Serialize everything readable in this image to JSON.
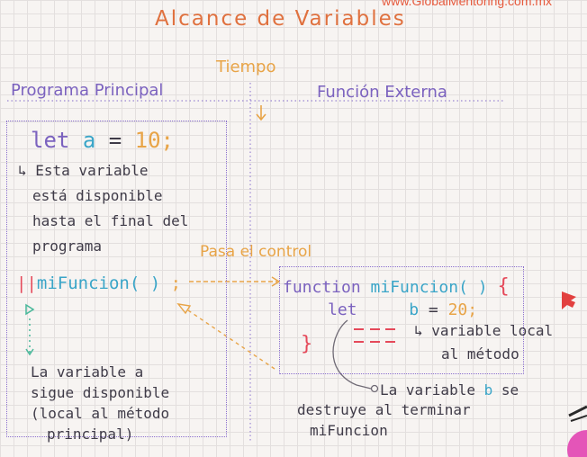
{
  "watermark": "www.GlobalMentoring.com.mx",
  "title": "Alcance de Variables",
  "tiempo": "Tiempo",
  "programa_principal": "Programa Principal",
  "funcion_externa": "Función Externa",
  "main_block": {
    "let_kw": "let",
    "var_a": "a",
    "equals": "=",
    "value": "10",
    "semicolon": ";",
    "note_lines": [
      "↳ Esta variable",
      "está disponible",
      "hasta el final del",
      "programa"
    ]
  },
  "pasa_control": "Pasa el control",
  "call": {
    "marks": "||",
    "name": "miFuncion",
    "parens": "( )",
    "semicolon": ";"
  },
  "function_block": {
    "keyword": "function",
    "name": "miFuncion",
    "parens": "( )",
    "open_brace": "{",
    "let_kw": "let",
    "var_b": "b",
    "equals": "=",
    "value": "20",
    "semicolon": ";",
    "close_brace": "}",
    "local_note_1": "↳ variable local",
    "local_note_2": "al método"
  },
  "left_note_lines": [
    "La variable a",
    "sigue disponible",
    "(local al método",
    "principal)"
  ],
  "right_note": {
    "part1": "La variable",
    "var": "b",
    "part2": "se",
    "line2": "destruye al terminar",
    "line3": "miFuncion"
  }
}
